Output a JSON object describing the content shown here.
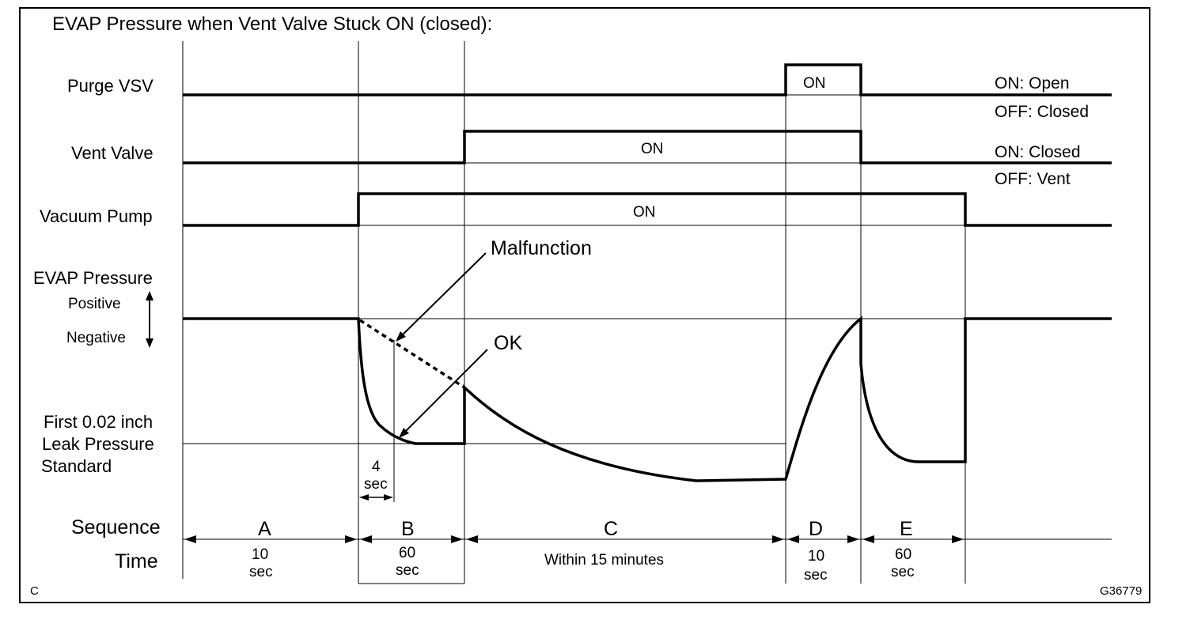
{
  "title": "EVAP Pressure when Vent Valve Stuck ON (closed):",
  "rows": {
    "purge_vsv": "Purge VSV",
    "vent_valve": "Vent Valve",
    "vacuum_pump": "Vacuum Pump",
    "evap_pressure": "EVAP Pressure",
    "positive": "Positive",
    "negative": "Negative",
    "leak_standard_line1": "First 0.02 inch",
    "leak_standard_line2": "Leak Pressure",
    "leak_standard_line3": "Standard"
  },
  "state_labels": {
    "purge_on": "ON",
    "vent_on": "ON",
    "pump_on": "ON"
  },
  "legend": {
    "purge_on": "ON: Open",
    "purge_off": "OFF: Closed",
    "vent_on": "ON: Closed",
    "vent_off": "OFF: Vent"
  },
  "annotations": {
    "malfunction": "Malfunction",
    "ok": "OK",
    "four_sec_num": "4",
    "four_sec_unit": "sec"
  },
  "sequence": {
    "sequence_label": "Sequence",
    "time_label": "Time",
    "steps": [
      {
        "letter": "A",
        "time_line1": "10",
        "time_line2": "sec"
      },
      {
        "letter": "B",
        "time_line1": "60",
        "time_line2": "sec"
      },
      {
        "letter": "C",
        "time_line1": "Within 15 minutes",
        "time_line2": ""
      },
      {
        "letter": "D",
        "time_line1": "10",
        "time_line2": "sec"
      },
      {
        "letter": "E",
        "time_line1": "60",
        "time_line2": "sec"
      }
    ]
  },
  "corner": {
    "left": "C",
    "code": "G36779"
  }
}
